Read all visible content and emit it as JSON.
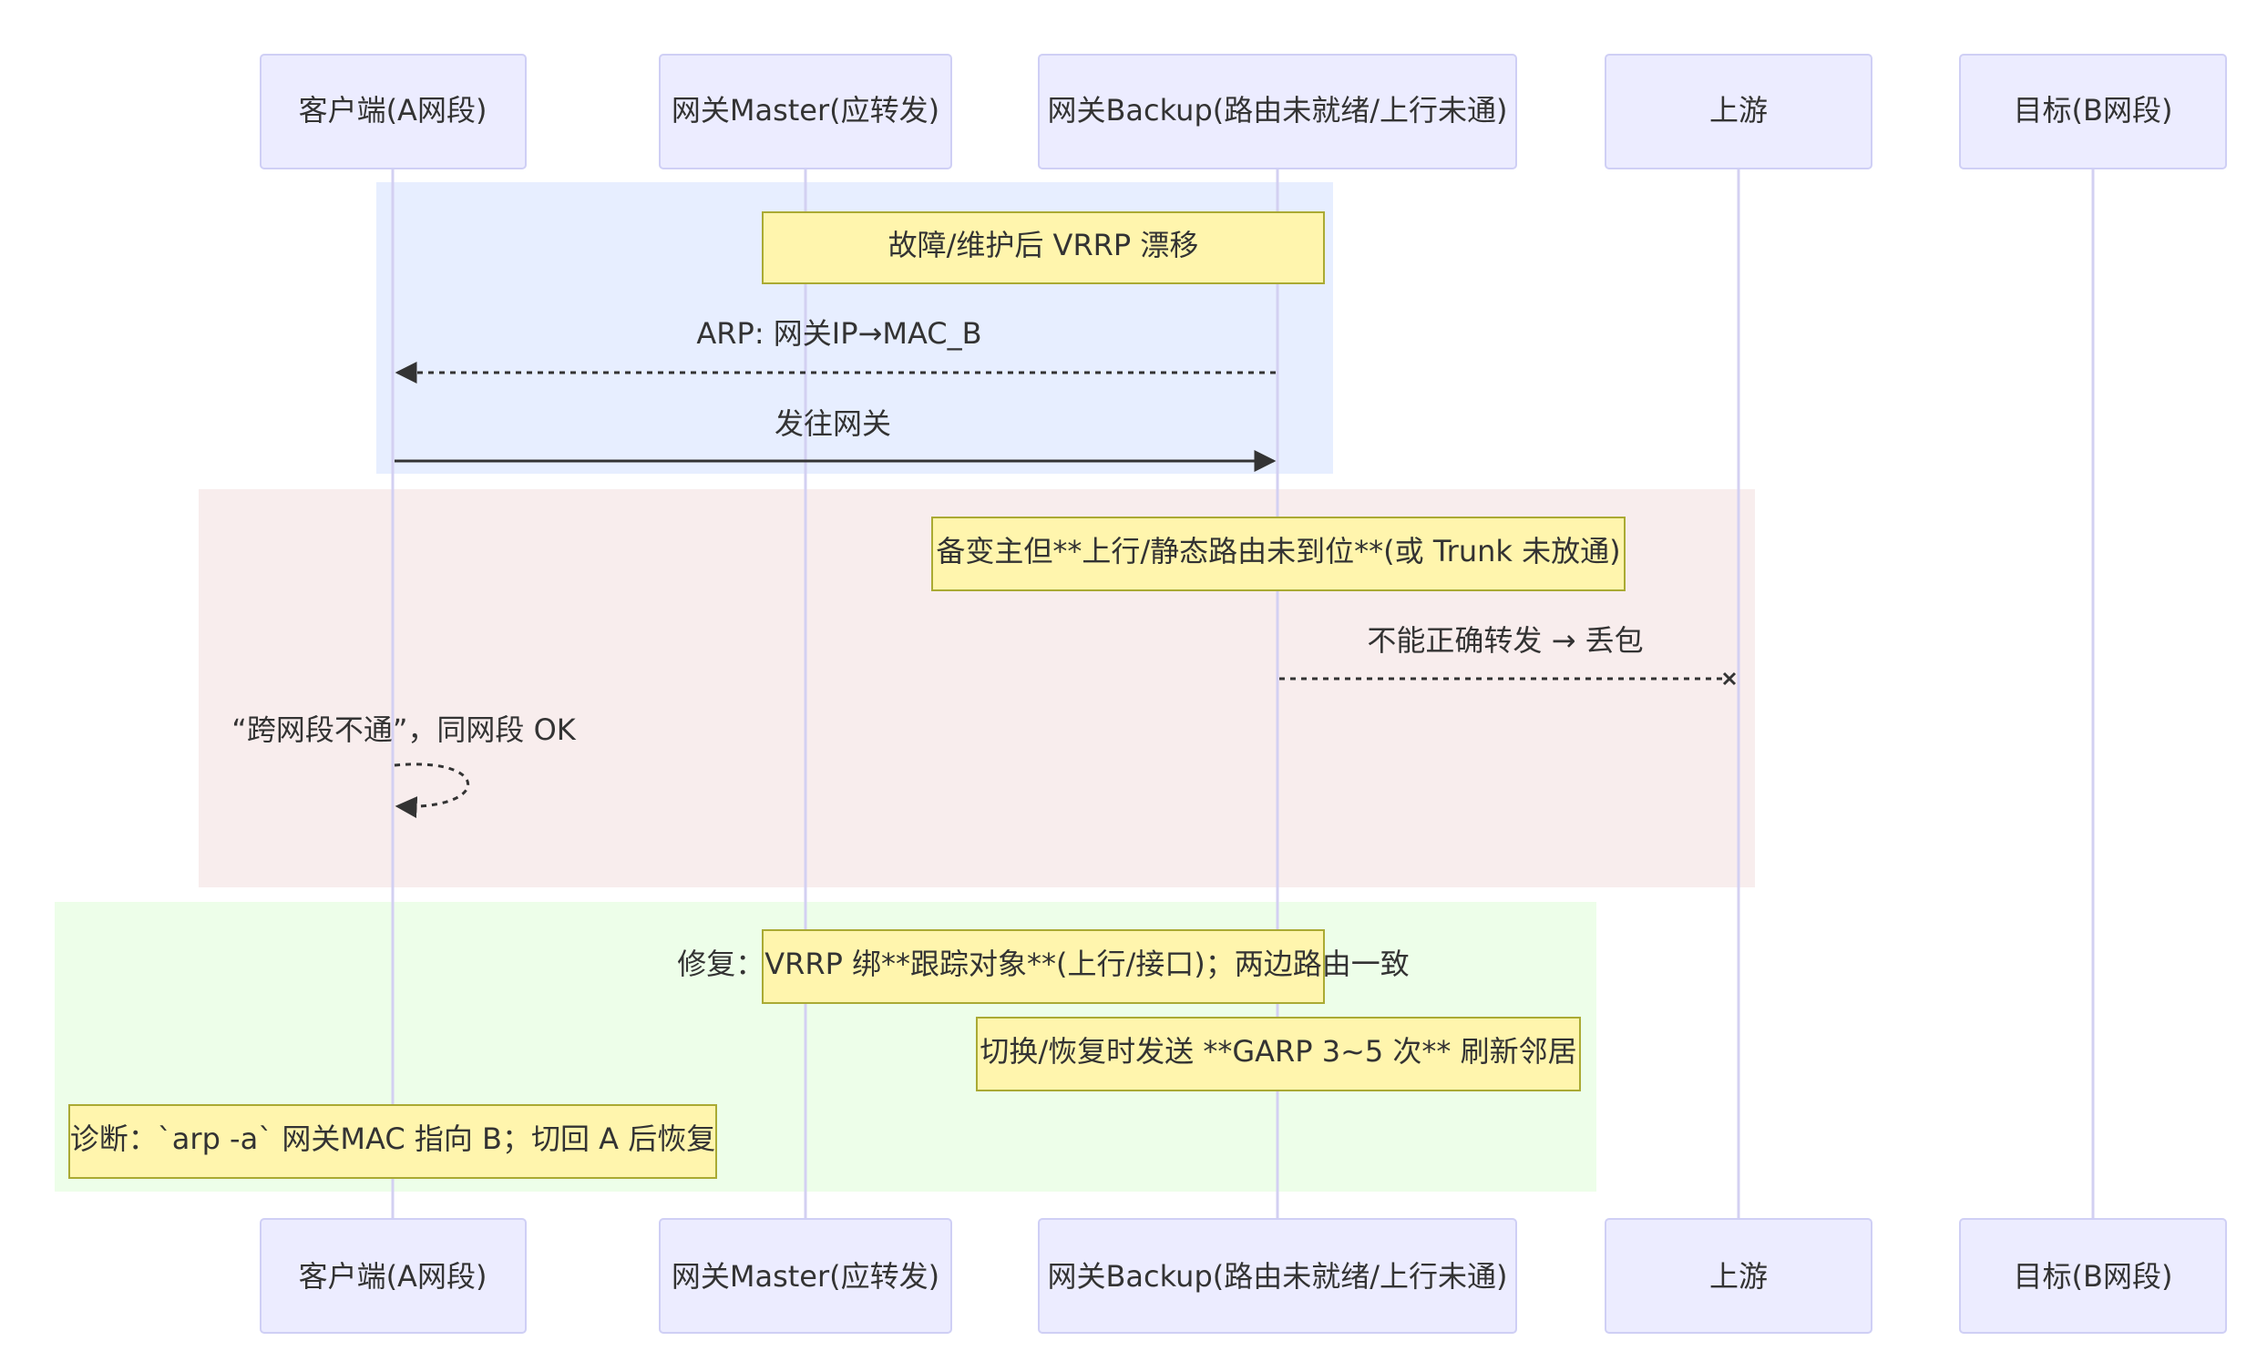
{
  "participants": [
    {
      "id": "client",
      "label": "客户端(A网段)"
    },
    {
      "id": "master",
      "label": "网关Master(应转发)"
    },
    {
      "id": "backup",
      "label": "网关Backup(路由未就绪/上行未通)"
    },
    {
      "id": "upstream",
      "label": "上游"
    },
    {
      "id": "target",
      "label": "目标(B网段)"
    }
  ],
  "colors": {
    "rect_blue": "#E7EEFF",
    "rect_red": "#F8EDED",
    "rect_green": "#EDFEE9"
  },
  "notes": {
    "vrrp_drift": "故障/维护后 VRRP 漂移",
    "backup_not_ready": "备变主但**上行/静态路由未到位**(或 Trunk 未放通)",
    "fix_track": "修复：VRRP 绑**跟踪对象**(上行/接口)；两边路由一致",
    "fix_garp": "切换/恢复时发送 **GARP 3~5 次** 刷新邻居",
    "diagnose": "诊断：`arp -a` 网关MAC 指向 B；切回 A 后恢复"
  },
  "messages": {
    "arp_update": "ARP: 网关IP→MAC_B",
    "send_to_gw": "发往网关",
    "drop": "不能正确转发 → 丢包",
    "symptom": "“跨网段不通”，同网段 OK"
  }
}
